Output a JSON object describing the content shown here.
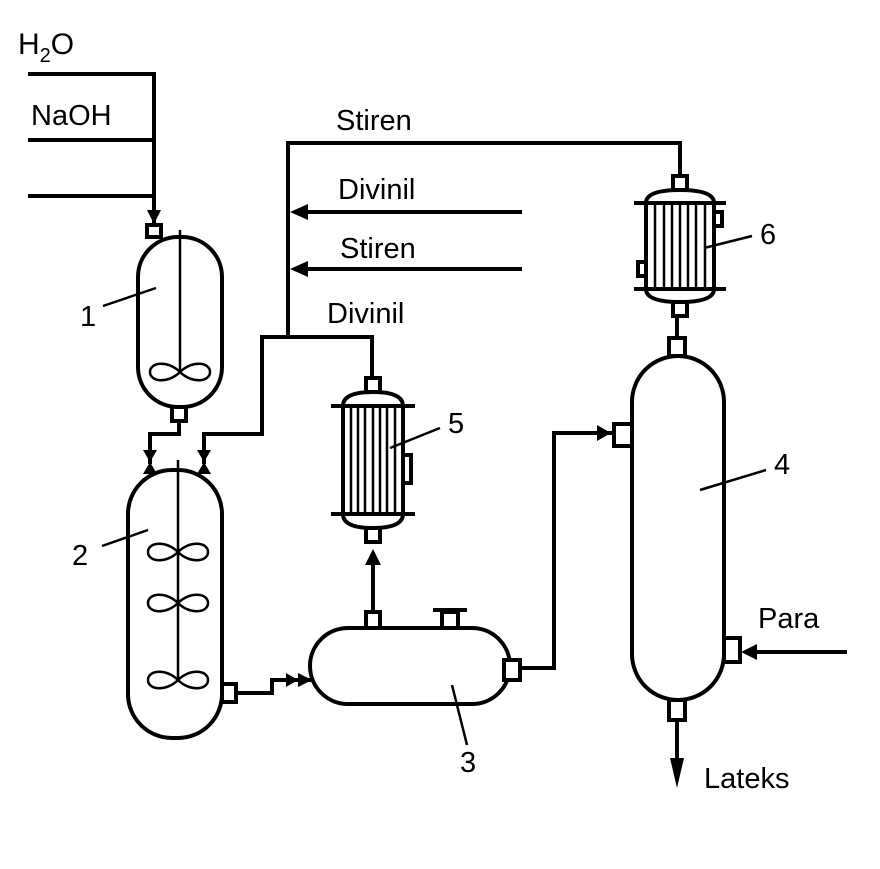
{
  "labels": {
    "water_main": "H",
    "water_sub": "2",
    "water_end": "O",
    "naoh": "NaOH",
    "styrene_top": "Stiren",
    "divinyl_in": "Divinil",
    "styrene_in": "Stiren",
    "divinyl_out": "Divinil",
    "steam": "Para",
    "latex": "Lateks"
  },
  "equipment": [
    {
      "number": "1"
    },
    {
      "number": "2"
    },
    {
      "number": "3"
    },
    {
      "number": "4"
    },
    {
      "number": "5"
    },
    {
      "number": "6"
    }
  ]
}
